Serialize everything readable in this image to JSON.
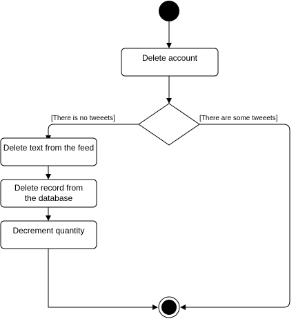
{
  "diagram": {
    "type": "uml-activity",
    "nodes": {
      "delete_account": "Delete account",
      "delete_text": "Delete text from the feed",
      "delete_record": "Delete record from the database",
      "decrement": "Decrement quantity"
    },
    "guards": {
      "no_tweets": "[There is no tweeets]",
      "some_tweets": "[There are some tweeets]"
    },
    "colors": {
      "stroke": "#000000",
      "fill": "#ffffff",
      "initial": "#000000"
    }
  }
}
